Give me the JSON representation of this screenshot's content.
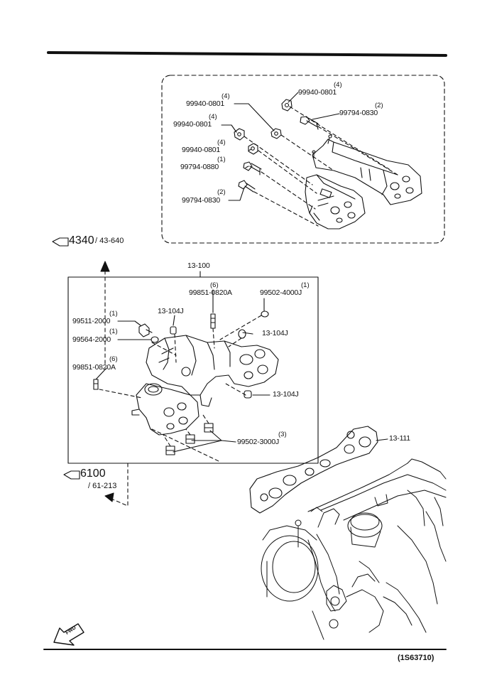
{
  "diagram_code": "(1S63710)",
  "fwd_label": "FWD",
  "refs": {
    "r4340": {
      "main": "4340",
      "sub": "/ 43-640"
    },
    "r6100": {
      "main": "6100",
      "sub": "/ 61-213"
    }
  },
  "groups": {
    "g13100": "13-100",
    "g13111": "13-111"
  },
  "inset_parts": [
    {
      "qty": "(4)",
      "part": "99940-0801"
    },
    {
      "qty": "(2)",
      "part": "99794-0830"
    },
    {
      "qty": "(4)",
      "part": "99940-0801"
    },
    {
      "qty": "(4)",
      "part": "99940-0801"
    },
    {
      "qty": "(4)",
      "part": "99940-0801"
    },
    {
      "qty": "(1)",
      "part": "99794-0880"
    },
    {
      "qty": "(2)",
      "part": "99794-0830"
    }
  ],
  "main_parts": [
    {
      "qty": "(6)",
      "part": "99851-0820A"
    },
    {
      "qty": "(1)",
      "part": "99502-4000J"
    },
    {
      "qty": "",
      "part": "13-104J"
    },
    {
      "qty": "",
      "part": "13-104J"
    },
    {
      "qty": "(1)",
      "part": "99511-2000"
    },
    {
      "qty": "(1)",
      "part": "99564-2000"
    },
    {
      "qty": "(6)",
      "part": "99851-0820A"
    },
    {
      "qty": "",
      "part": "13-104J"
    },
    {
      "qty": "(3)",
      "part": "99502-3000J"
    }
  ]
}
